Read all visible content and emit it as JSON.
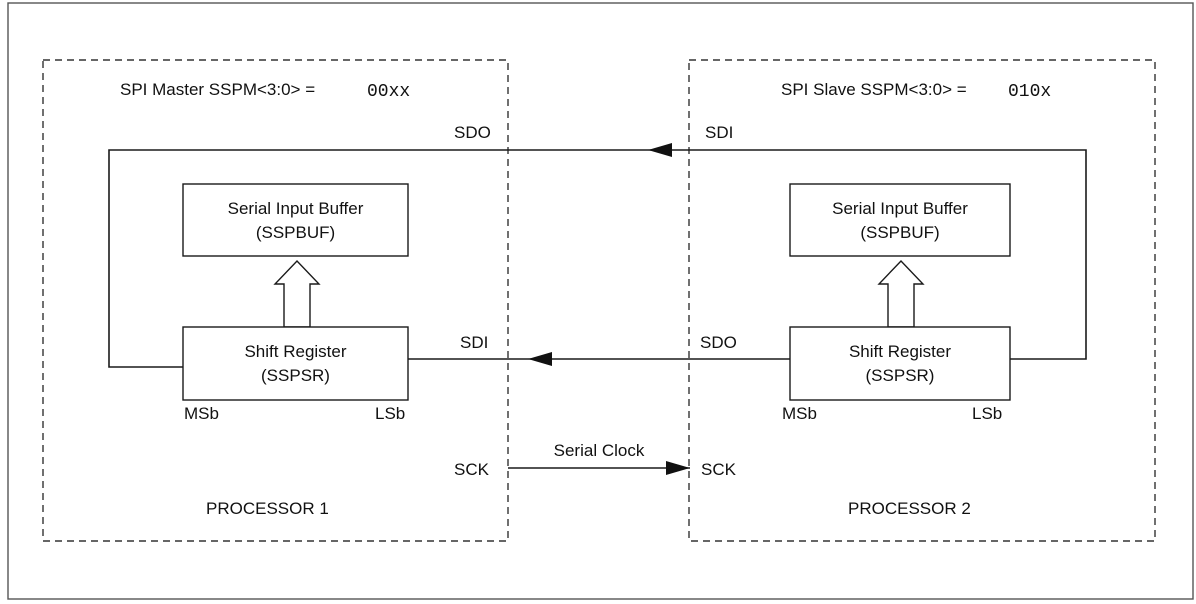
{
  "processor1": {
    "mode_label": "SPI Master SSPM<3:0> = ",
    "mode_value": "00xx",
    "name": "PROCESSOR 1",
    "buffer": {
      "line1": "Serial Input Buffer",
      "line2": "(SSPBUF)"
    },
    "shift": {
      "line1": "Shift Register",
      "line2": "(SSPSR)"
    },
    "msb": "MSb",
    "lsb": "LSb",
    "sdo": "SDO",
    "sdi": "SDI",
    "sck": "SCK"
  },
  "processor2": {
    "mode_label": "SPI Slave SSPM<3:0> = ",
    "mode_value": "010x",
    "name": "PROCESSOR 2",
    "buffer": {
      "line1": "Serial Input Buffer",
      "line2": "(SSPBUF)"
    },
    "shift": {
      "line1": "Shift Register",
      "line2": "(SSPSR)"
    },
    "msb": "MSb",
    "lsb": "LSb",
    "sdi": "SDI",
    "sdo": "SDO",
    "sck": "SCK"
  },
  "link": {
    "clock": "Serial Clock"
  }
}
